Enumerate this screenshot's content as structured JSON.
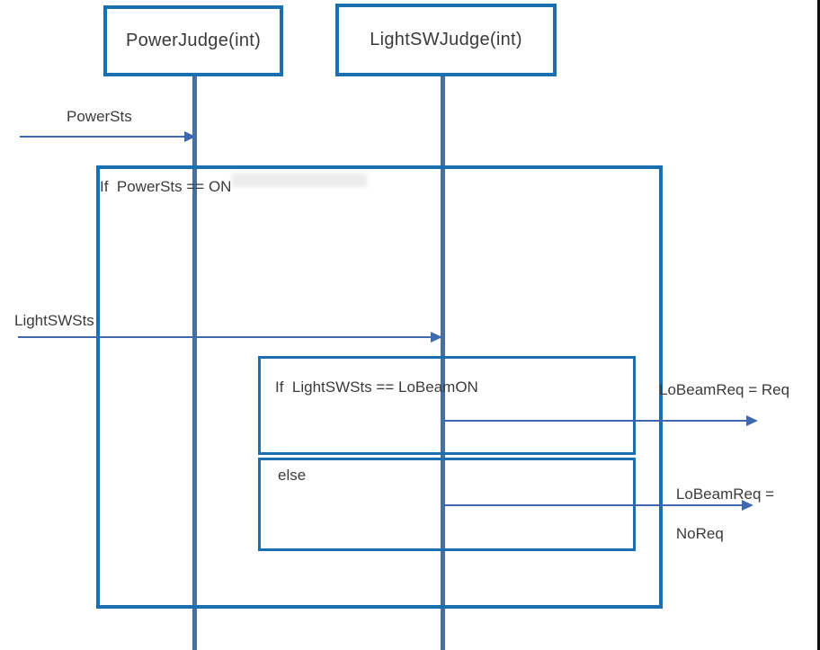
{
  "colors": {
    "frame": "#1a6fb0",
    "lifeline": "#47709f",
    "arrow": "#3e69b0",
    "text": "#3d3d3d",
    "bg": "#ffffff"
  },
  "actors": [
    {
      "label": "PowerJudge(int)"
    },
    {
      "label": "LightSWJudge(int)"
    }
  ],
  "frames": {
    "outer_guard": "If  PowerSts == ON",
    "inner_guard": "If  LightSWSts == LoBeamON",
    "else_label": "else"
  },
  "messages": {
    "power_sts": "PowerSts",
    "light_sw_sts": "LightSWSts",
    "lobeam_req": "LoBeamReq = Req",
    "lobeam_noreq_line1": "LoBeamReq =",
    "lobeam_noreq_line2": "NoReq"
  }
}
